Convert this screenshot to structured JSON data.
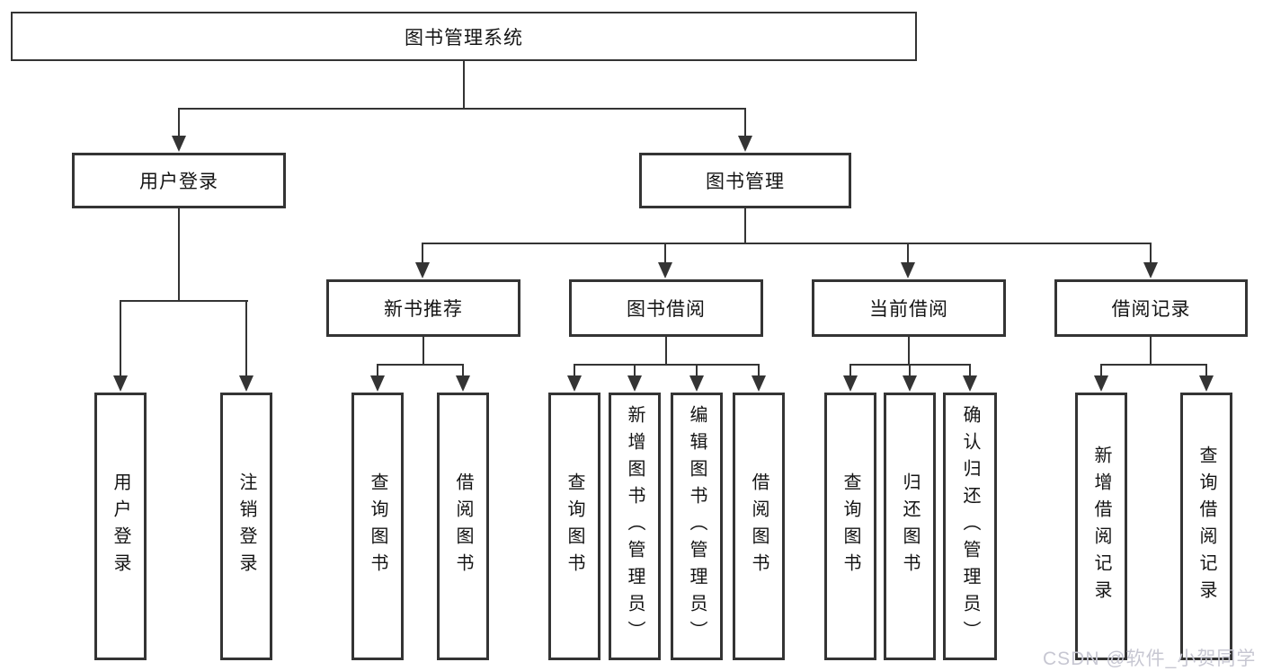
{
  "diagram": {
    "root_label": "图书管理系统",
    "branches": [
      {
        "label": "用户登录",
        "children": [
          "用户登录",
          "注销登录"
        ]
      },
      {
        "label": "图书管理",
        "groups": [
          {
            "label": "新书推荐",
            "children": [
              "查询图书",
              "借阅图书"
            ]
          },
          {
            "label": "图书借阅",
            "children": [
              "查询图书",
              "新增图书（管理员）",
              "编辑图书（管理员）",
              "借阅图书"
            ]
          },
          {
            "label": "当前借阅",
            "children": [
              "查询图书",
              "归还图书",
              "确认归还（管理员）"
            ]
          },
          {
            "label": "借阅记录",
            "children": [
              "新增借阅记录",
              "查询借阅记录"
            ]
          }
        ]
      }
    ]
  },
  "watermark": {
    "text": "CSDN @软件_小贺同学",
    "color": "#c7c7d2"
  },
  "colors": {
    "line": "#343434",
    "box_border": "#343434",
    "background": "#ffffff",
    "text": "#141414"
  }
}
